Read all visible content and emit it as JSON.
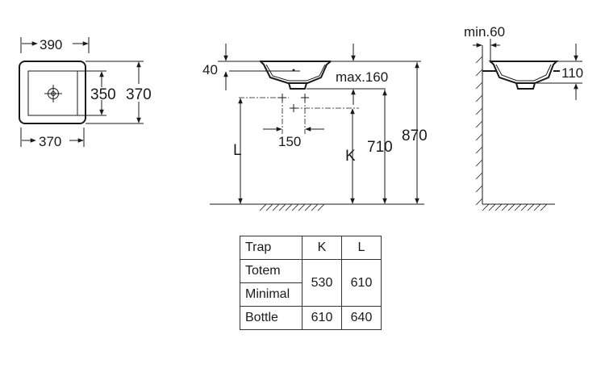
{
  "top_view": {
    "outer_width": "390",
    "inner_width": "370",
    "inner_depth": "350",
    "outer_depth": "370"
  },
  "front_view": {
    "rim_height": "40",
    "max_countertop": "max.160",
    "drain_offset": "150",
    "trap_height_L": "L",
    "trap_height_K": "K",
    "basin_bottom_height": "710",
    "rim_top_height": "870"
  },
  "side_view": {
    "wall_distance": "min.60",
    "basin_height": "110"
  },
  "table": {
    "headers": [
      "Trap",
      "K",
      "L"
    ],
    "rows": [
      {
        "name": "Totem"
      },
      {
        "name": "Minimal"
      },
      {
        "name": "Bottle",
        "k": "610",
        "l": "640"
      }
    ],
    "merged_k": "530",
    "merged_l": "610"
  }
}
